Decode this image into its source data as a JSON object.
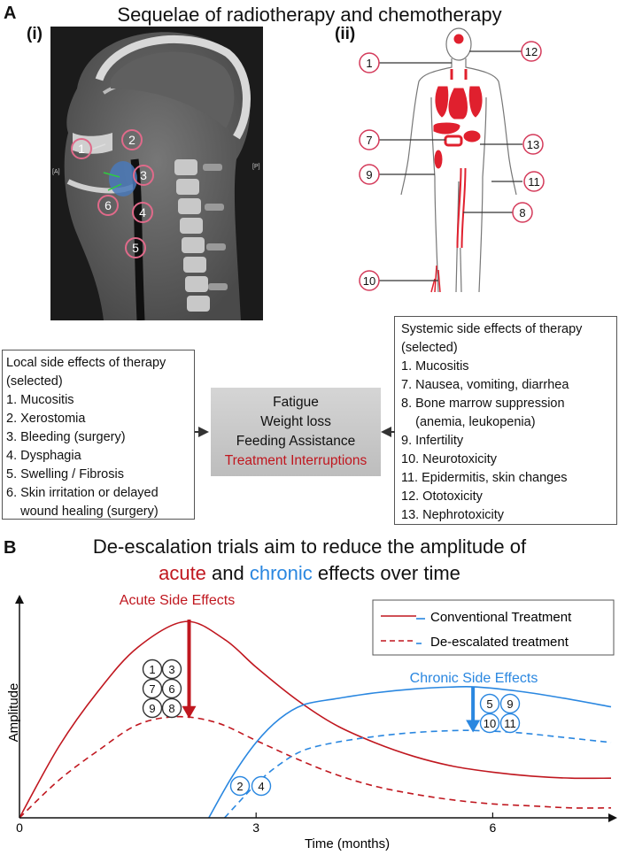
{
  "panel_a": {
    "letter": "A",
    "title": "Sequelae of radiotherapy and chemotherapy",
    "sub_i": "(i)",
    "sub_ii": "(ii)",
    "ct_markers": [
      {
        "n": "1"
      },
      {
        "n": "2"
      },
      {
        "n": "3"
      },
      {
        "n": "4"
      },
      {
        "n": "5"
      },
      {
        "n": "6"
      }
    ],
    "ct_side_labels": {
      "left": "[A]",
      "right": "[P]"
    },
    "body_callouts": [
      "1",
      "12",
      "7",
      "13",
      "9",
      "11",
      "8",
      "10"
    ],
    "local_box": {
      "lines": [
        "Local side effects of therapy",
        "(selected)",
        "1. Mucositis",
        "2. Xerostomia",
        "3. Bleeding (surgery)",
        "4. Dysphagia",
        "5. Swelling / Fibrosis",
        "6. Skin irritation or delayed",
        "    wound healing (surgery)"
      ]
    },
    "systemic_box": {
      "lines": [
        "Systemic side effects of therapy",
        "(selected)",
        "1. Mucositis",
        "7. Nausea, vomiting, diarrhea",
        "8. Bone marrow suppression",
        "    (anemia, leukopenia)",
        "9. Infertility",
        "10. Neurotoxicity",
        "11. Epidermitis, skin changes",
        "12. Ototoxicity",
        "13. Nephrotoxicity"
      ]
    },
    "center_box": {
      "lines": [
        "Fatigue",
        "Weight loss",
        "Feeding Assistance"
      ],
      "highlight": "Treatment Interruptions"
    }
  },
  "panel_b": {
    "letter": "B",
    "title_line1": "De-escalation trials aim to reduce the amplitude of",
    "title_acute": "acute",
    "title_and": " and ",
    "title_chronic": "chronic",
    "title_tail": " effects over time",
    "colors": {
      "acute": "#c0171f",
      "chronic": "#2a87e0"
    },
    "chart_data": {
      "type": "line",
      "xlabel": "Time (months)",
      "ylabel": "Amplitude",
      "xlim": [
        0,
        7.5
      ],
      "ylim": [
        0,
        1
      ],
      "x_ticks": [
        "0",
        "3",
        "6"
      ],
      "x_tick_values": [
        0,
        3,
        6
      ],
      "legend": [
        "Conventional Treatment",
        "De-escalated treatment"
      ],
      "legend_placement": "top-right",
      "annotations": {
        "acute": "Acute Side Effects",
        "chronic": "Chronic Side Effects"
      },
      "acute_markers": [
        "1",
        "3",
        "7",
        "6",
        "9",
        "8"
      ],
      "chronic_markers": [
        "5",
        "9",
        "10",
        "11"
      ],
      "surgery_markers": [
        "2",
        "4"
      ],
      "series": [
        {
          "kind": "acute-conventional",
          "x": [
            0,
            0.5,
            1,
            1.5,
            2.1,
            2.6,
            3,
            3.5,
            4,
            4.5,
            5,
            5.5,
            6,
            6.5,
            7,
            7.5
          ],
          "y": [
            0,
            0.36,
            0.64,
            0.86,
            0.99,
            0.9,
            0.76,
            0.6,
            0.47,
            0.38,
            0.31,
            0.26,
            0.23,
            0.21,
            0.2,
            0.2
          ]
        },
        {
          "kind": "acute-deescalated",
          "x": [
            0,
            0.5,
            1,
            1.5,
            2,
            2.5,
            3,
            3.5,
            4,
            4.5,
            5,
            5.5,
            6,
            6.5,
            7,
            7.5
          ],
          "y": [
            0,
            0.19,
            0.34,
            0.47,
            0.51,
            0.48,
            0.39,
            0.3,
            0.22,
            0.16,
            0.12,
            0.09,
            0.07,
            0.06,
            0.05,
            0.05
          ]
        },
        {
          "kind": "chronic-conventional",
          "x": [
            2.4,
            2.7,
            3,
            3.3,
            3.6,
            4,
            4.5,
            5,
            5.5,
            5.8,
            6.3,
            6.8,
            7.5
          ],
          "y": [
            0,
            0.21,
            0.38,
            0.5,
            0.57,
            0.6,
            0.63,
            0.65,
            0.66,
            0.66,
            0.64,
            0.61,
            0.56
          ]
        },
        {
          "kind": "chronic-deescalated",
          "x": [
            2.6,
            3,
            3.3,
            3.6,
            4,
            4.5,
            5,
            5.5,
            5.8,
            6.3,
            6.8,
            7.5
          ],
          "y": [
            0,
            0.17,
            0.27,
            0.34,
            0.38,
            0.41,
            0.43,
            0.44,
            0.44,
            0.43,
            0.41,
            0.38
          ]
        }
      ],
      "arrows": [
        {
          "kind": "acute",
          "x": 2.15,
          "from": 1.0,
          "to": 0.51
        },
        {
          "kind": "chronic",
          "x": 5.75,
          "from": 0.66,
          "to": 0.44
        }
      ]
    }
  }
}
